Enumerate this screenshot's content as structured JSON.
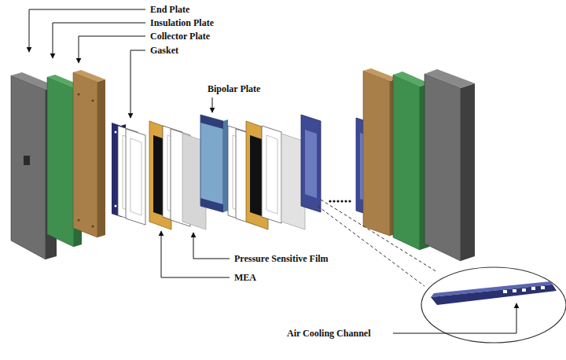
{
  "diagram": {
    "labels": [
      "End Plate",
      "Insulation Plate",
      "Collector Plate",
      "Gasket",
      "Bipolar Plate",
      "Pressure Sensitive Film",
      "MEA",
      "Air Cooling Channel"
    ]
  }
}
